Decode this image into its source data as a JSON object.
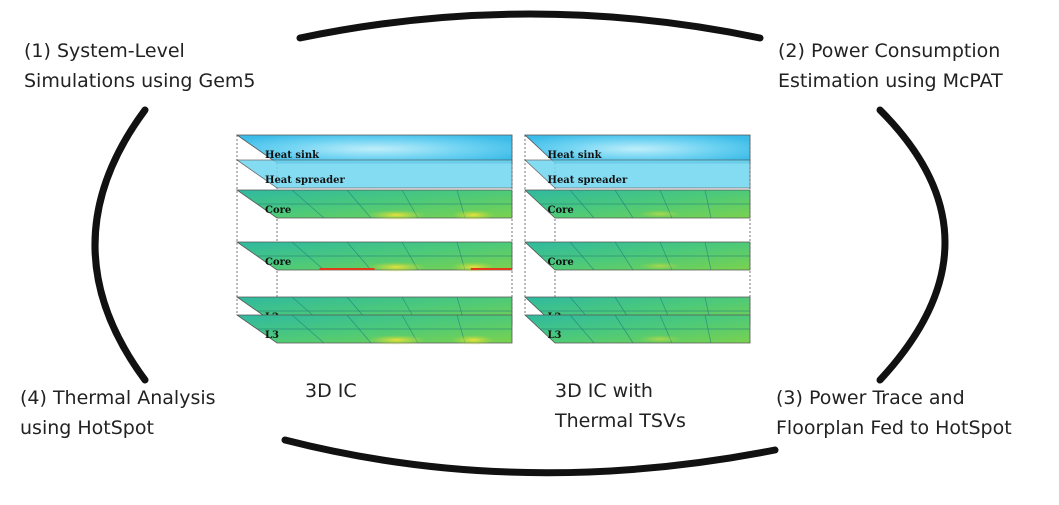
{
  "steps": [
    {
      "lines": [
        "(1)  System-Level",
        "Simulations using Gem5"
      ]
    },
    {
      "lines": [
        "(2) Power Consumption",
        "Estimation using McPAT"
      ]
    },
    {
      "lines": [
        "(3) Power Trace and",
        "Floorplan Fed to HotSpot"
      ]
    },
    {
      "lines": [
        "(4) Thermal Analysis",
        "using HotSpot"
      ]
    }
  ],
  "stacks": [
    {
      "caption": [
        "3D IC"
      ],
      "layers": [
        "Heat sink",
        "Heat spreader",
        "Core",
        "Core",
        "L2",
        "L3"
      ],
      "hotspots": true
    },
    {
      "caption": [
        "3D IC with",
        "Thermal TSVs"
      ],
      "layers": [
        "Heat sink",
        "Heat spreader",
        "Core",
        "Core",
        "L2",
        "L3"
      ],
      "hotspots": false
    }
  ],
  "colors": {
    "ring": "#111111",
    "heat_sink": "#4fc8f0",
    "heat_spreader": "#6fd6f2",
    "die": "#3fc48a",
    "hotspot": "#e8d22a",
    "hot_edge": "#e03a1a"
  }
}
